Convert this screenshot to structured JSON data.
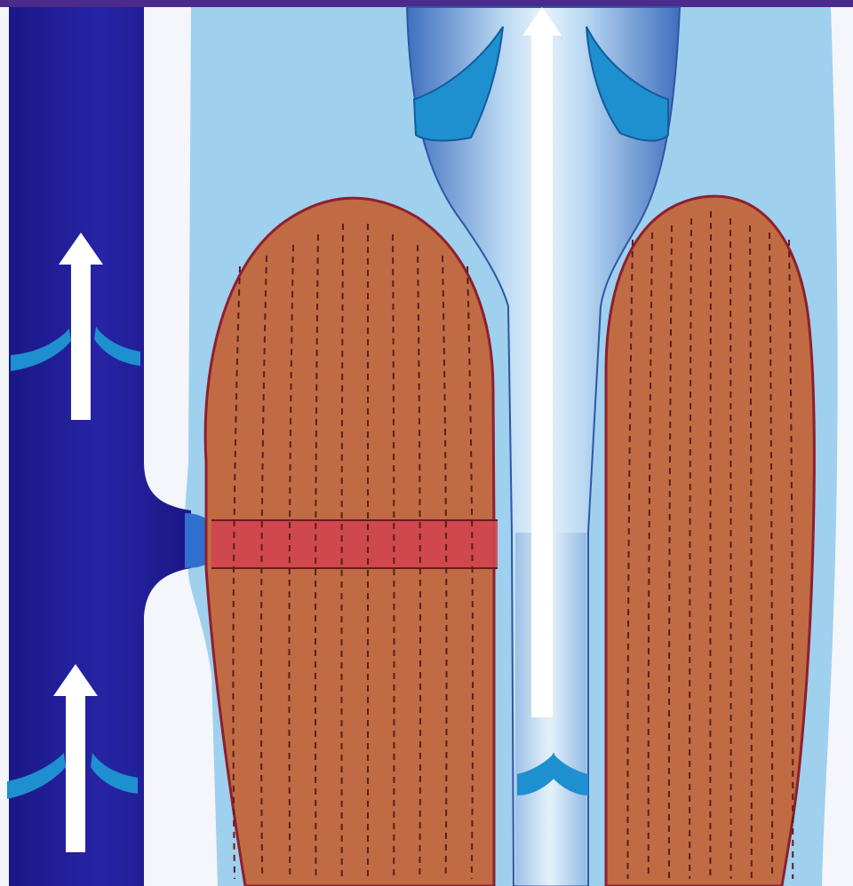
{
  "figure": {
    "title": "",
    "labels": []
  },
  "palette": {
    "frame_border": "#4a2a8a",
    "deep_vein": "#23209a",
    "deep_vein_dark": "#1a1580",
    "valve_cusp": "#1e8fcf",
    "fascia_white": "#f4f6fb",
    "tissue_blue": "#9fd0ee",
    "superficial_vein_light": "#cfe6f6",
    "superficial_vein_mid": "#6f9fd9",
    "superficial_vein_edge": "#3f6fbf",
    "muscle": "#c06b44",
    "muscle_outline": "#8e1f2e",
    "muscle_fiber": "#5a1f1a",
    "perforator_band": "#d0454f",
    "flow_arrow": "#ffffff"
  },
  "icons": {
    "flow_arrow_upper": "up-arrow",
    "flow_arrow_lower": "up-arrow",
    "flow_arrow_superficial": "up-arrow"
  }
}
